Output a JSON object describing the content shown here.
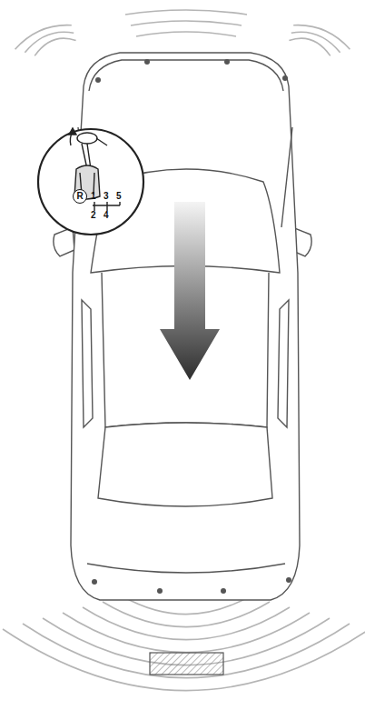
{
  "diagram": {
    "nodes": [
      {
        "text": [
          "R"
        ]
      }
    ],
    "labels": [
      "1",
      "3",
      "5",
      "2",
      "4"
    ]
  }
}
